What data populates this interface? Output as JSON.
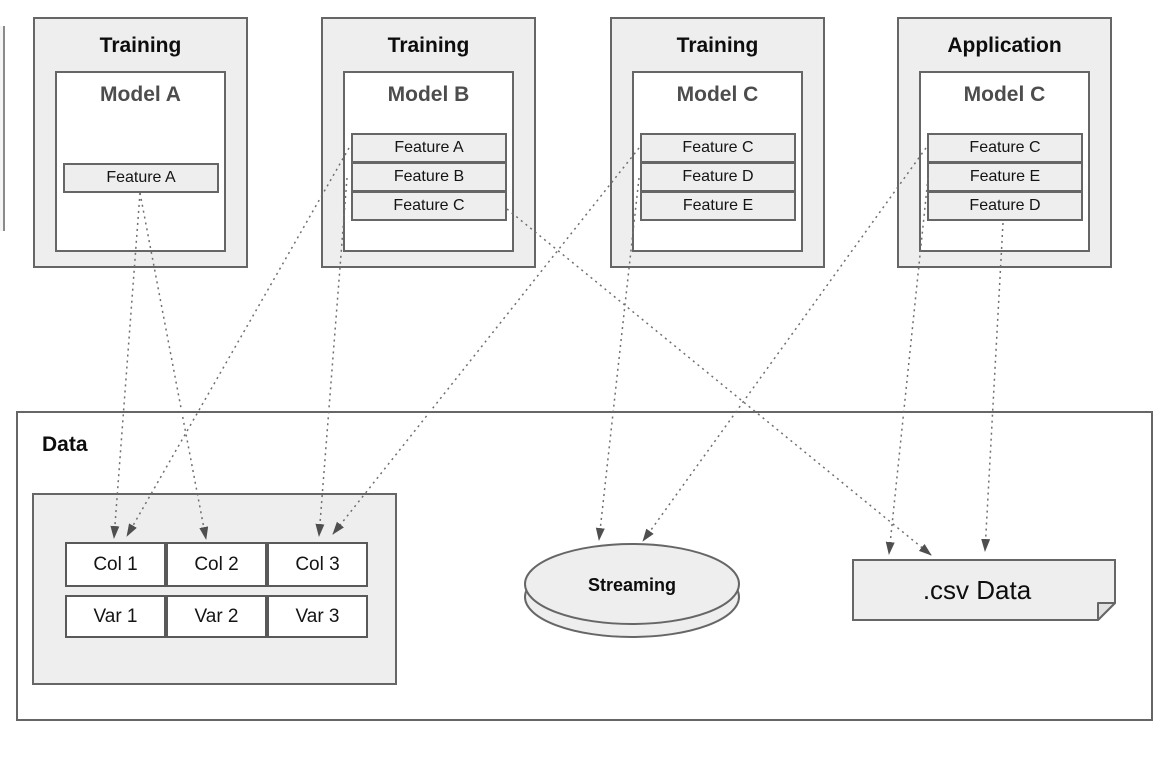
{
  "cards": [
    {
      "stage": "Training",
      "model": "Model A",
      "features": [
        "Feature A"
      ]
    },
    {
      "stage": "Training",
      "model": "Model B",
      "features": [
        "Feature A",
        "Feature B",
        "Feature C"
      ]
    },
    {
      "stage": "Training",
      "model": "Model C",
      "features": [
        "Feature C",
        "Feature D",
        "Feature E"
      ]
    },
    {
      "stage": "Application",
      "model": "Model C",
      "features": [
        "Feature C",
        "Feature E",
        "Feature D"
      ]
    }
  ],
  "data_section": {
    "label": "Data",
    "table": {
      "header_row": [
        "Col 1",
        "Col 2",
        "Col 3"
      ],
      "value_row": [
        "Var 1",
        "Var 2",
        "Var 3"
      ]
    },
    "streaming": {
      "label": "Streaming"
    },
    "csv": {
      "label": ".csv Data"
    }
  },
  "edges": [
    {
      "from": "training-model-a.feature-a",
      "to": "col-1"
    },
    {
      "from": "training-model-a.feature-a",
      "to": "col-2"
    },
    {
      "from": "training-model-b.feature-a",
      "to": "col-1"
    },
    {
      "from": "training-model-b.feature-b",
      "to": "col-3"
    },
    {
      "from": "training-model-b.feature-c",
      "to": "csv-data"
    },
    {
      "from": "training-model-c.feature-c",
      "to": "col-3"
    },
    {
      "from": "training-model-c.feature-d",
      "to": "streaming"
    },
    {
      "from": "application-model-c.feature-c",
      "to": "streaming"
    },
    {
      "from": "application-model-c.feature-e",
      "to": "csv-data"
    },
    {
      "from": "application-model-c.feature-d",
      "to": "csv-data"
    }
  ],
  "colors": {
    "card_fill": "#eeeeee",
    "border": "#666666",
    "model_title_text": "#4d4d4d",
    "arrow": "#6f6f6f",
    "background": "#ffffff"
  }
}
